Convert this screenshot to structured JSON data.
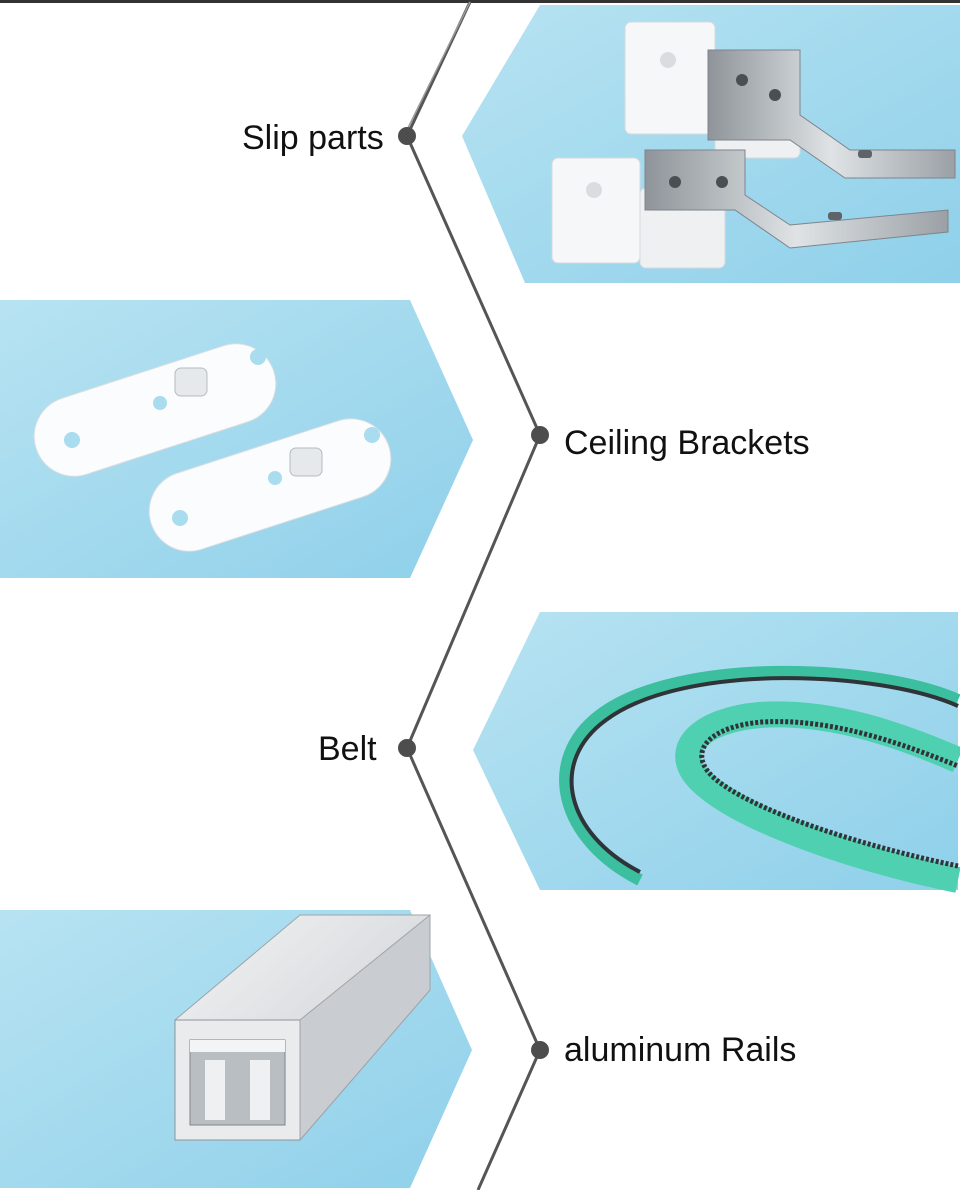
{
  "page": {
    "background": "#ffffff",
    "line_color": "#555555",
    "photo_bg": "#a9dcef",
    "top_rule_color": "#333333"
  },
  "items": [
    {
      "label": "Slip parts",
      "icon": "slip-parts-photo"
    },
    {
      "label": "Ceiling Brackets",
      "icon": "ceiling-brackets-photo"
    },
    {
      "label": "Belt",
      "icon": "belt-photo"
    },
    {
      "label": "aluminum Rails",
      "icon": "aluminum-rail-photo"
    }
  ]
}
